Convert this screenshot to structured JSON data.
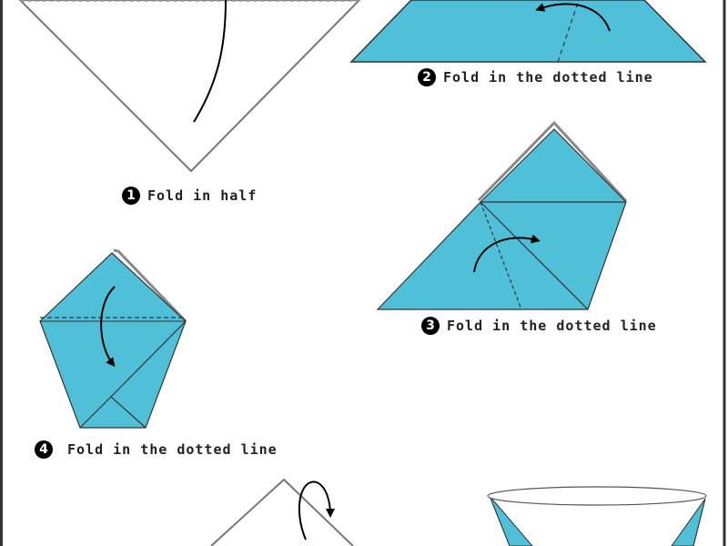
{
  "colors": {
    "paper": "#4fc0d8",
    "outline": "#333333",
    "background": "#ffffff"
  },
  "steps": [
    {
      "number": "1",
      "text": "Fold in half"
    },
    {
      "number": "2",
      "text": "Fold in the dotted line"
    },
    {
      "number": "3",
      "text": "Fold in the dotted line"
    },
    {
      "number": "4",
      "text": "Fold in the dotted line"
    }
  ]
}
